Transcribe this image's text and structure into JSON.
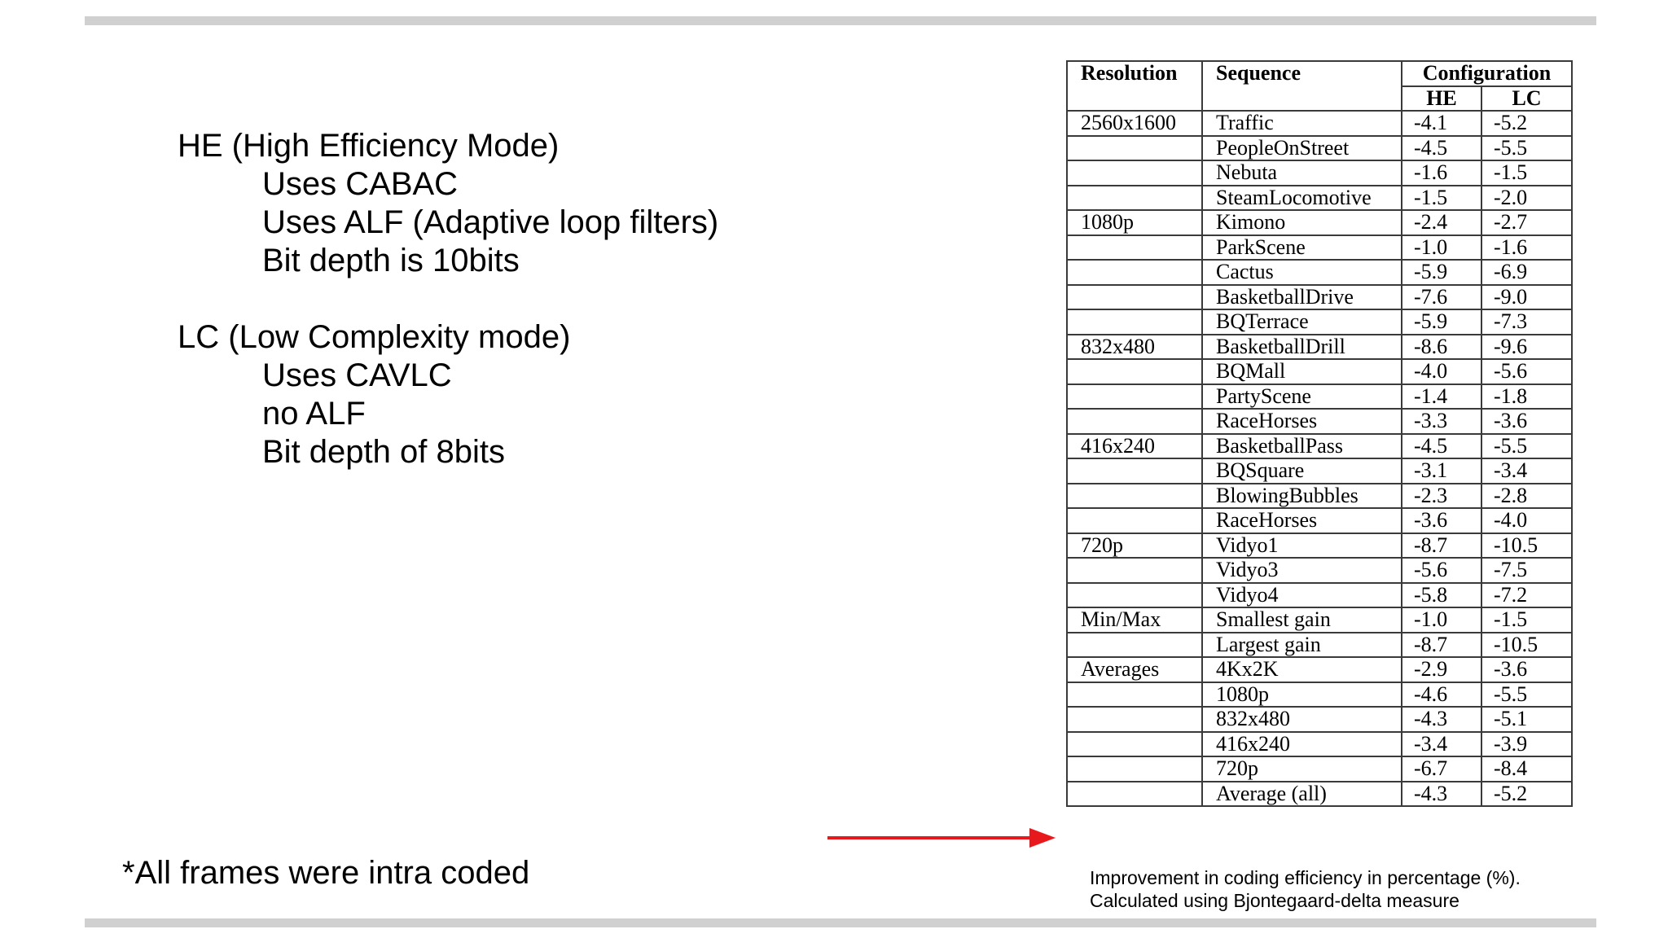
{
  "notes": {
    "he": {
      "title": "HE (High Efficiency Mode)",
      "items": [
        "Uses CABAC",
        "Uses ALF (Adaptive loop filters)",
        "Bit depth is 10bits"
      ]
    },
    "lc": {
      "title": "LC (Low Complexity mode)",
      "items": [
        "Uses CAVLC",
        "no ALF",
        "Bit depth of 8bits"
      ]
    }
  },
  "footnote": "*All frames were intra coded",
  "arrow_color": "#e8191c",
  "table": {
    "headers": {
      "resolution": "Resolution",
      "sequence": "Sequence",
      "configuration": "Configuration",
      "he": "HE",
      "lc": "LC"
    },
    "rows": [
      {
        "resolution": "2560x1600",
        "sequence": "Traffic",
        "he": "-4.1",
        "lc": "-5.2"
      },
      {
        "resolution": "",
        "sequence": "PeopleOnStreet",
        "he": "-4.5",
        "lc": "-5.5"
      },
      {
        "resolution": "",
        "sequence": "Nebuta",
        "he": "-1.6",
        "lc": "-1.5"
      },
      {
        "resolution": "",
        "sequence": "SteamLocomotive",
        "he": "-1.5",
        "lc": "-2.0"
      },
      {
        "resolution": "1080p",
        "sequence": "Kimono",
        "he": "-2.4",
        "lc": "-2.7"
      },
      {
        "resolution": "",
        "sequence": "ParkScene",
        "he": "-1.0",
        "lc": "-1.6"
      },
      {
        "resolution": "",
        "sequence": "Cactus",
        "he": "-5.9",
        "lc": "-6.9"
      },
      {
        "resolution": "",
        "sequence": "BasketballDrive",
        "he": "-7.6",
        "lc": "-9.0"
      },
      {
        "resolution": "",
        "sequence": "BQTerrace",
        "he": "-5.9",
        "lc": "-7.3"
      },
      {
        "resolution": "832x480",
        "sequence": "BasketballDrill",
        "he": "-8.6",
        "lc": "-9.6"
      },
      {
        "resolution": "",
        "sequence": "BQMall",
        "he": "-4.0",
        "lc": "-5.6"
      },
      {
        "resolution": "",
        "sequence": "PartyScene",
        "he": "-1.4",
        "lc": "-1.8"
      },
      {
        "resolution": "",
        "sequence": "RaceHorses",
        "he": "-3.3",
        "lc": "-3.6"
      },
      {
        "resolution": "416x240",
        "sequence": "BasketballPass",
        "he": "-4.5",
        "lc": "-5.5"
      },
      {
        "resolution": "",
        "sequence": "BQSquare",
        "he": "-3.1",
        "lc": "-3.4"
      },
      {
        "resolution": "",
        "sequence": "BlowingBubbles",
        "he": "-2.3",
        "lc": "-2.8"
      },
      {
        "resolution": "",
        "sequence": "RaceHorses",
        "he": "-3.6",
        "lc": "-4.0"
      },
      {
        "resolution": "720p",
        "sequence": "Vidyo1",
        "he": "-8.7",
        "lc": "-10.5"
      },
      {
        "resolution": "",
        "sequence": "Vidyo3",
        "he": "-5.6",
        "lc": "-7.5"
      },
      {
        "resolution": "",
        "sequence": "Vidyo4",
        "he": "-5.8",
        "lc": "-7.2"
      },
      {
        "resolution": "Min/Max",
        "sequence": "Smallest gain",
        "he": "-1.0",
        "lc": "-1.5"
      },
      {
        "resolution": "",
        "sequence": "Largest gain",
        "he": "-8.7",
        "lc": "-10.5"
      },
      {
        "resolution": "Averages",
        "sequence": "4Kx2K",
        "he": "-2.9",
        "lc": "-3.6"
      },
      {
        "resolution": "",
        "sequence": "1080p",
        "he": "-4.6",
        "lc": "-5.5"
      },
      {
        "resolution": "",
        "sequence": "832x480",
        "he": "-4.3",
        "lc": "-5.1"
      },
      {
        "resolution": "",
        "sequence": "416x240",
        "he": "-3.4",
        "lc": "-3.9"
      },
      {
        "resolution": "",
        "sequence": "720p",
        "he": "-6.7",
        "lc": "-8.4"
      },
      {
        "resolution": "",
        "sequence": "Average (all)",
        "he": "-4.3",
        "lc": "-5.2"
      }
    ]
  },
  "caption": {
    "line1": "Improvement in coding efficiency in percentage (%).",
    "line2": "Calculated using Bjontegaard-delta measure"
  }
}
